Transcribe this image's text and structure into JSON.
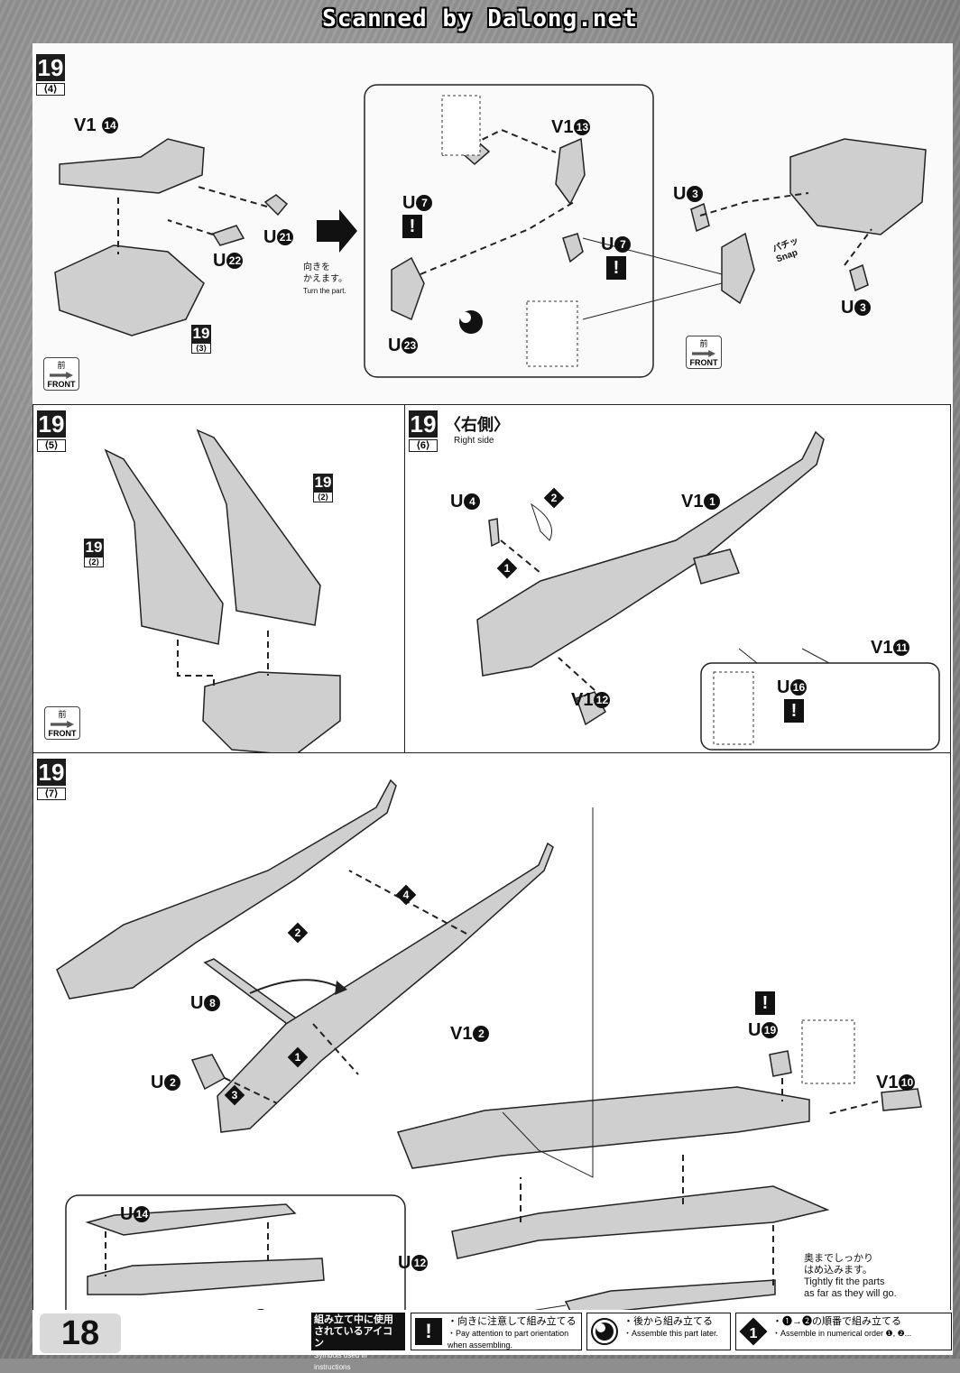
{
  "watermark": "Scanned by Dalong.net",
  "page_number": "18",
  "steps": {
    "s4": {
      "num": "19",
      "sub": "⟨4⟩"
    },
    "s5": {
      "num": "19",
      "sub": "⟨5⟩"
    },
    "s6": {
      "num": "19",
      "sub": "⟨6⟩",
      "side_jp": "〈右側〉",
      "side_en": "Right side"
    },
    "s7": {
      "num": "19",
      "sub": "⟨7⟩"
    }
  },
  "refs": {
    "r3": {
      "num": "19",
      "sub": "⟨3⟩"
    },
    "r2a": {
      "num": "19",
      "sub": "⟨2⟩"
    },
    "r2b": {
      "num": "19",
      "sub": "⟨2⟩"
    }
  },
  "turn_note": {
    "jp1": "向きを",
    "jp2": "かえます。",
    "en": "Turn the part."
  },
  "front_label": {
    "jp": "前",
    "en": "FRONT"
  },
  "snap": {
    "jp": "パチッ",
    "en": "Snap"
  },
  "fit_note": {
    "jp1": "奥までしっかり",
    "jp2": "はめ込みます。",
    "en1": "Tightly fit the parts",
    "en2": "as far as they will go."
  },
  "parts": {
    "V1": "V1",
    "U": "U",
    "n14": "14",
    "n21": "21",
    "n22": "22",
    "n13": "13",
    "n7": "7",
    "n23": "23",
    "n3": "3",
    "n1": "1",
    "n4": "4",
    "n11": "11",
    "n12": "12",
    "n16": "16",
    "n2": "2",
    "n8": "8",
    "n19": "19",
    "n10": "10"
  },
  "order": {
    "o1": "1",
    "o2": "2",
    "o3": "3",
    "o4": "4"
  },
  "warning_glyph": "!",
  "legend": {
    "head_jp1": "組み立て中に使用",
    "head_jp2": "されているアイコン",
    "head_en": "Symbols used in instructions",
    "item1_jp": "・向きに注意して組み立てる",
    "item1_en1": "・Pay attention to part orientation",
    "item1_en2": "when assembling.",
    "item2_jp": "・後から組み立てる",
    "item2_en": "・Assemble this part later.",
    "item3_jp": "・❶→❷の順番で組み立てる",
    "item3_en": "・Assemble in numerical order ❶, ❷..."
  }
}
